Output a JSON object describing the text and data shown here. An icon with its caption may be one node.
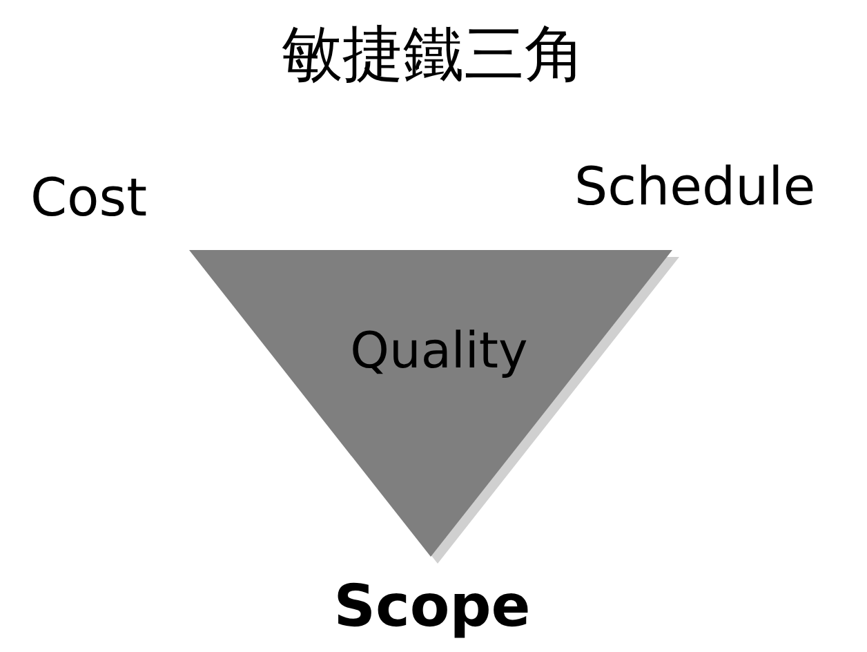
{
  "diagram": {
    "title": "敏捷鐵三角",
    "nodes": [
      {
        "text": [
          "Quality"
        ]
      }
    ],
    "labels": [
      "Cost",
      "Schedule",
      "Scope"
    ]
  }
}
